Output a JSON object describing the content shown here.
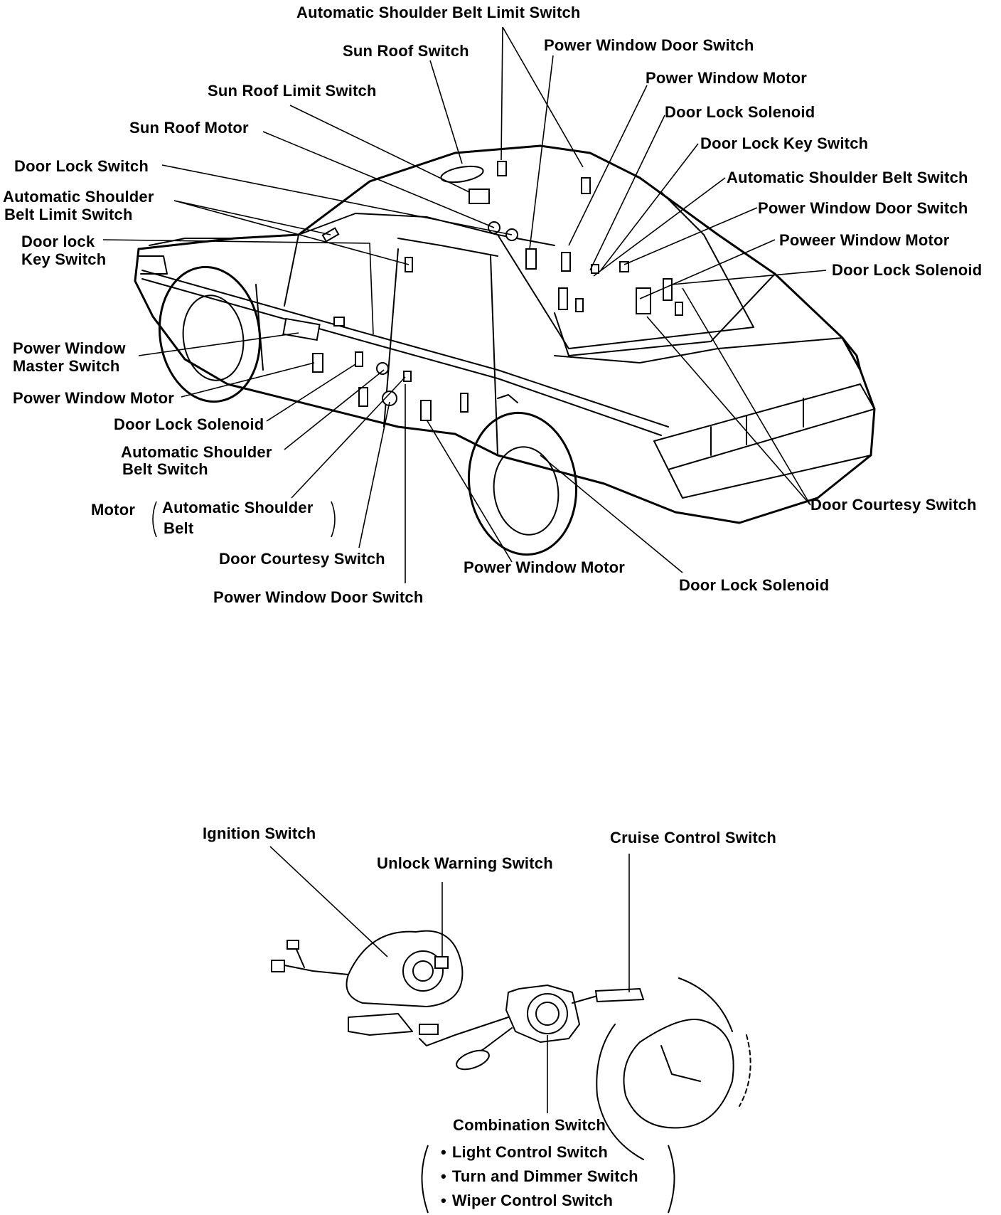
{
  "car_diagram": {
    "labels": {
      "auto_shoulder_belt_limit_switch_top": "Automatic Shoulder Belt Limit Switch",
      "sun_roof_switch": "Sun Roof Switch",
      "power_window_door_switch_top": "Power Window Door Switch",
      "power_window_motor_top": "Power Window Motor",
      "sun_roof_limit_switch": "Sun Roof Limit Switch",
      "door_lock_solenoid_top": "Door Lock Solenoid",
      "sun_roof_motor": "Sun Roof Motor",
      "door_lock_key_switch_right": "Door Lock Key Switch",
      "door_lock_switch": "Door Lock Switch",
      "auto_shoulder_belt_switch_right": "Automatic Shoulder Belt Switch",
      "auto_shoulder_belt_limit_switch_left_1": "Automatic Shoulder",
      "auto_shoulder_belt_limit_switch_left_2": "Belt Limit Switch",
      "power_window_door_switch_right": "Power Window Door Switch",
      "poweer_window_motor_right": "Poweer Window Motor",
      "door_lock_key_switch_left_1": "Door lock",
      "door_lock_key_switch_left_2": "Key Switch",
      "door_lock_solenoid_right": "Door Lock Solenoid",
      "power_window_master_switch_1": "Power Window",
      "power_window_master_switch_2": "Master Switch",
      "power_window_motor_left": "Power Window Motor",
      "door_lock_solenoid_left": "Door Lock Solenoid",
      "auto_shoulder_belt_switch_left_1": "Automatic Shoulder",
      "auto_shoulder_belt_switch_left_2": "Belt Switch",
      "motor": "Motor",
      "motor_paren_1": "Automatic Shoulder",
      "motor_paren_2": "Belt",
      "door_courtesy_switch_right": "Door Courtesy Switch",
      "door_courtesy_switch_bottom": "Door Courtesy Switch",
      "power_window_motor_bottom": "Power Window Motor",
      "door_lock_solenoid_bottom": "Door Lock Solenoid",
      "power_window_door_switch_bottom": "Power Window Door Switch"
    }
  },
  "column_diagram": {
    "labels": {
      "ignition_switch": "Ignition Switch",
      "unlock_warning_switch": "Unlock Warning Switch",
      "cruise_control_switch": "Cruise Control Switch",
      "combination_switch": "Combination Switch"
    },
    "combination_items": [
      "Light Control Switch",
      "Turn and Dimmer Switch",
      "Wiper Control Switch"
    ]
  }
}
